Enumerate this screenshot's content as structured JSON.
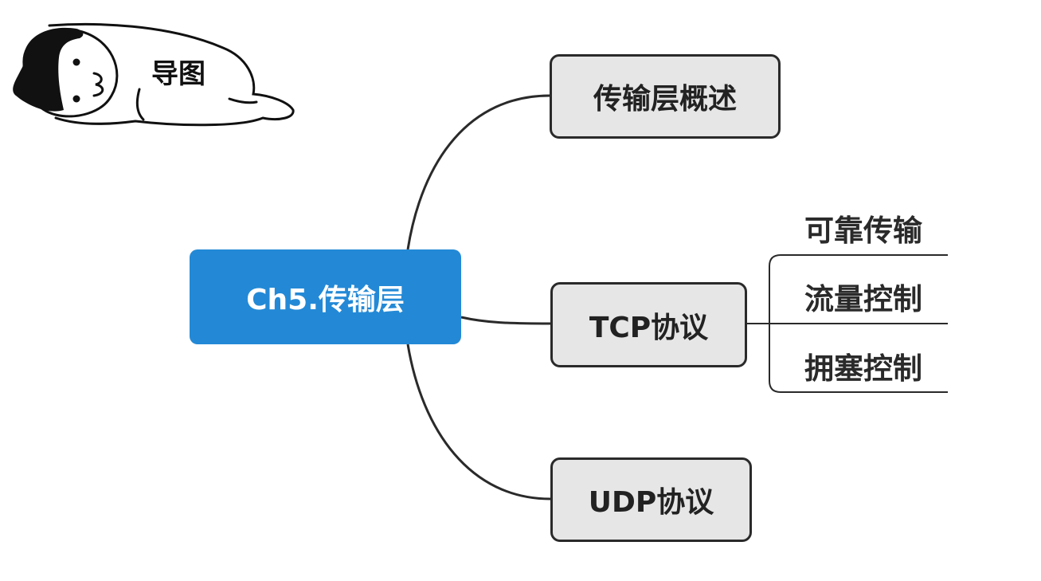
{
  "sticker": {
    "title": "导图"
  },
  "mindmap": {
    "root": {
      "label": "Ch5.传输层",
      "color": "#2389d6"
    },
    "children": [
      {
        "label": "传输层概述"
      },
      {
        "label": "TCP协议",
        "children": [
          {
            "label": "可靠传输"
          },
          {
            "label": "流量控制"
          },
          {
            "label": "拥塞控制"
          }
        ]
      },
      {
        "label": "UDP协议"
      }
    ],
    "node_fill": "#e6e6e6",
    "line_color": "#2a2a2a"
  }
}
